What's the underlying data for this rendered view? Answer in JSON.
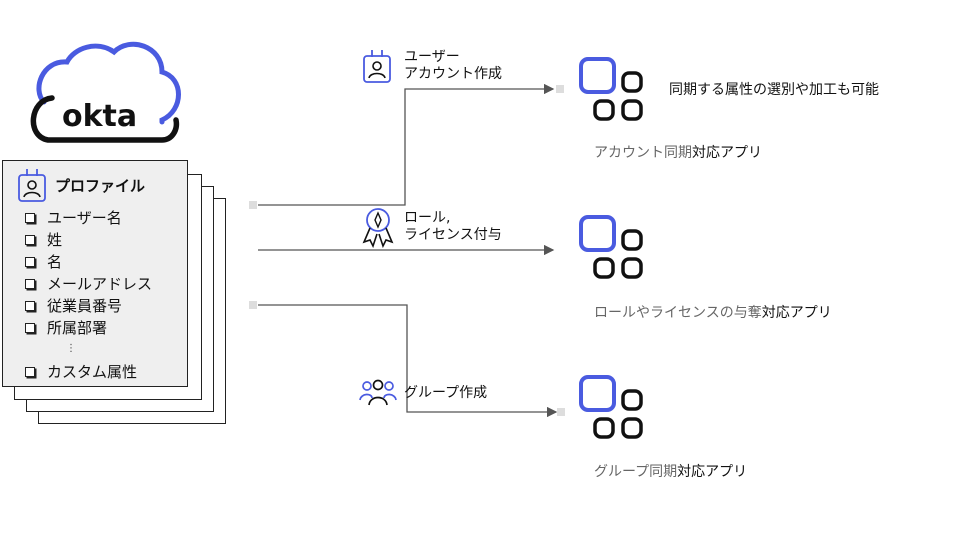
{
  "logo": {
    "text": "okta"
  },
  "profile": {
    "title": "プロファイル",
    "fields": [
      "ユーザー名",
      "姓",
      "名",
      "メールアドレス",
      "従業員番号",
      "所属部署"
    ],
    "ellipsis": "⋮",
    "custom": "カスタム属性"
  },
  "flows": [
    {
      "label_line1": "ユーザー",
      "label_line2": "アカウント作成",
      "icon": "id-badge-icon"
    },
    {
      "label_line1": "ロール,",
      "label_line2": "ライセンス付与",
      "icon": "award-badge-icon"
    },
    {
      "label_line1": "グループ作成",
      "icon": "group-icon"
    }
  ],
  "apps": [
    {
      "caption_gray": "アカウント同期",
      "caption_dark": "対応アプリ",
      "note": "同期する属性の選別や加工も可能"
    },
    {
      "caption_gray": "ロールやライセンスの与奪",
      "caption_dark": "対応アプリ"
    },
    {
      "caption_gray": "グループ同期",
      "caption_dark": "対応アプリ"
    }
  ],
  "colors": {
    "accent": "#4a5be0",
    "line": "#555555",
    "card": "#efefef"
  }
}
